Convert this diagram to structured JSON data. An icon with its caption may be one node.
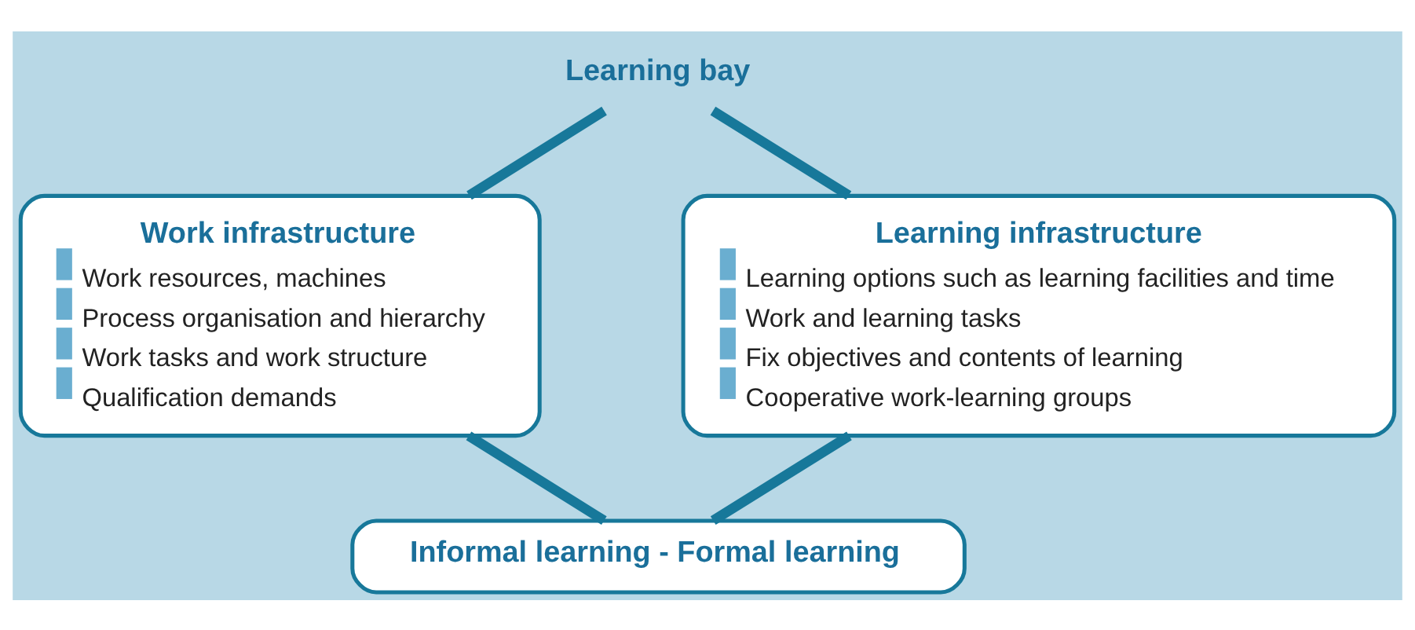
{
  "diagram": {
    "nodes": [
      {
        "text": [
          "Learning bay"
        ]
      },
      {
        "text": [
          "Work infrastructure",
          "Work resources, machines",
          "Process organisation and hierarchy",
          "Work tasks and work structure",
          "Qualification demands"
        ]
      },
      {
        "text": [
          "Learning infrastructure",
          "Learning options such as learning facilities and time",
          "Work and learning tasks",
          "Fix objectives and contents of learning",
          "Cooperative work-learning groups"
        ]
      },
      {
        "text": [
          "Informal learning - Formal learning"
        ]
      }
    ],
    "edges": [
      {
        "from": 0,
        "to": 1,
        "arrow": "none"
      },
      {
        "from": 0,
        "to": 2,
        "arrow": "none"
      },
      {
        "from": 1,
        "to": 3,
        "arrow": "none"
      },
      {
        "from": 2,
        "to": 3,
        "arrow": "none"
      }
    ]
  }
}
